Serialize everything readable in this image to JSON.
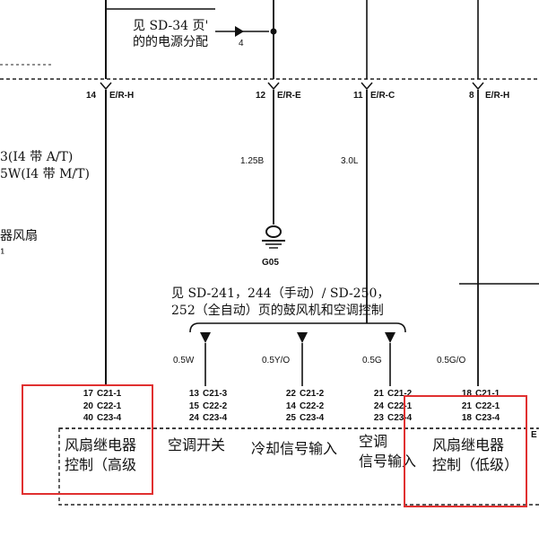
{
  "top_note": {
    "line1": "见 SD-34 页'",
    "line2": "的的电源分配",
    "num": "4"
  },
  "left_notes": [
    "3(I4 带 A/T)",
    "5W(I4 带 M/T)",
    "器风扇",
    "¹"
  ],
  "top_terminals": [
    {
      "pin": "14",
      "name": "E/R-H"
    },
    {
      "pin": "12",
      "name": "E/R-E"
    },
    {
      "pin": "11",
      "name": "E/R-C"
    },
    {
      "pin": "8",
      "name": "E/R-H"
    }
  ],
  "wires_upper": [
    "1.25B",
    "3.0L"
  ],
  "ground": "G05",
  "mid_note": {
    "line1": "见 SD-241，244（手动）/ SD-250，",
    "line2": "252（全自动）页的鼓风机和空调控制"
  },
  "wires_lower": [
    "0.5W",
    "0.5Y/O",
    "0.5G",
    "0.5G/O"
  ],
  "pin_groups": [
    {
      "rows": [
        {
          "n": "17",
          "c": "C21-1"
        },
        {
          "n": "20",
          "c": "C22-1"
        },
        {
          "n": "40",
          "c": "C23-4"
        }
      ]
    },
    {
      "rows": [
        {
          "n": "13",
          "c": "C21-3"
        },
        {
          "n": "15",
          "c": "C22-2"
        },
        {
          "n": "24",
          "c": "C23-4"
        }
      ]
    },
    {
      "rows": [
        {
          "n": "22",
          "c": "C21-2"
        },
        {
          "n": "14",
          "c": "C22-2"
        },
        {
          "n": "25",
          "c": "C23-4"
        }
      ]
    },
    {
      "rows": [
        {
          "n": "21",
          "c": "C21-2"
        },
        {
          "n": "24",
          "c": "C22-1"
        },
        {
          "n": "23",
          "c": "C23-4"
        }
      ]
    },
    {
      "rows": [
        {
          "n": "18",
          "c": "C21-1"
        },
        {
          "n": "21",
          "c": "C22-1"
        },
        {
          "n": "18",
          "c": "C23-4"
        }
      ]
    }
  ],
  "ecu_labels": {
    "relay_high": [
      "风扇继电器",
      "控制（高级"
    ],
    "ac_switch": "空调开关",
    "cooling_signal": "冷却信号输入",
    "ac_signal": [
      "空调",
      "信号输入"
    ],
    "relay_low": [
      "风扇继电器",
      "控制（低级）"
    ],
    "edge_mark": "E"
  }
}
